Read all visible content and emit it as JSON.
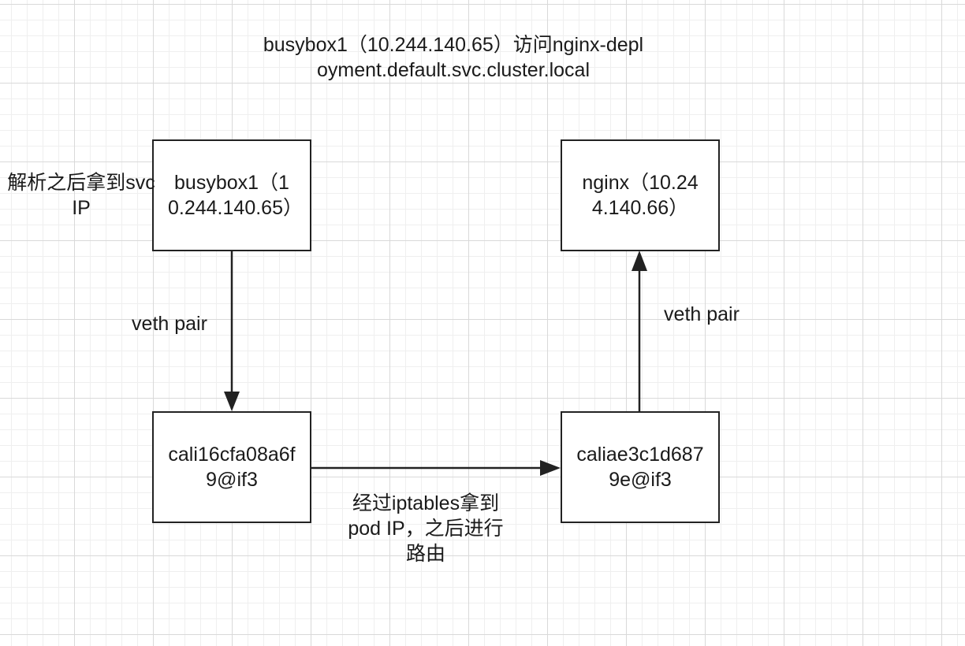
{
  "title": "busybox1（10.244.140.65）访问nginx-deployment.default.svc.cluster.local",
  "nodes": {
    "busybox": "busybox1（10.244.140.65）",
    "nginx": "nginx（10.244.140.66）",
    "cali_left": "cali16cfa08a6f9@if3",
    "cali_right": "caliae3c1d6879e@if3"
  },
  "edges": {
    "left_vertical": "veth pair",
    "right_vertical": "veth pair",
    "bottom_horizontal": "经过iptables拿到pod IP，之后进行路由"
  },
  "annotations": {
    "resolve_note": "解析之后拿到svc IP"
  },
  "colors": {
    "stroke": "#222222",
    "grid_major": "#d9d9d9",
    "grid_minor": "#efefef"
  }
}
